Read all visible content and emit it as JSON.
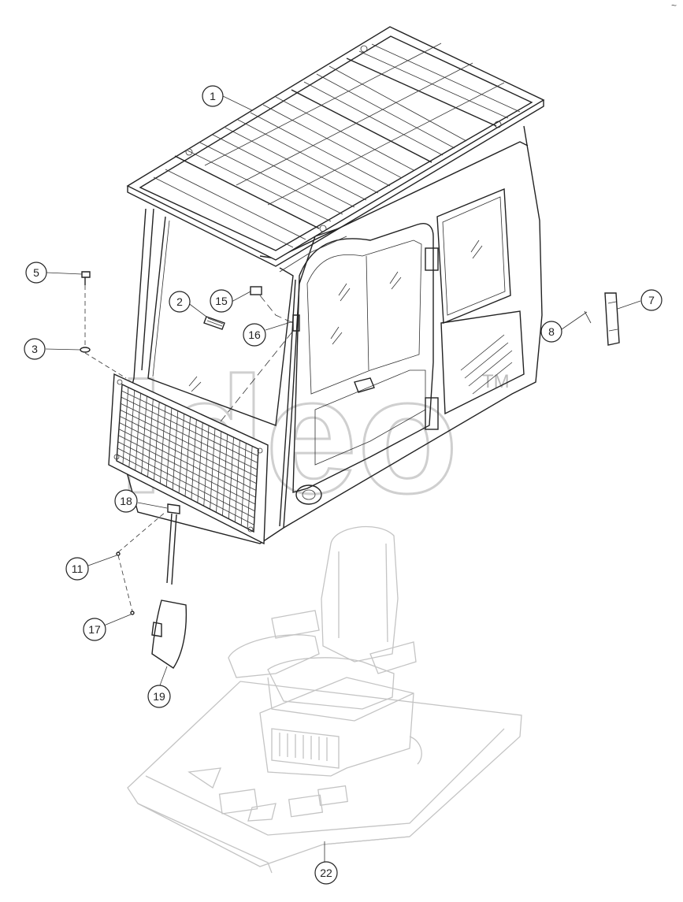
{
  "diagram": {
    "callouts": [
      {
        "id": "c1",
        "label": "1"
      },
      {
        "id": "c2",
        "label": "2"
      },
      {
        "id": "c3",
        "label": "3"
      },
      {
        "id": "c5",
        "label": "5"
      },
      {
        "id": "c7",
        "label": "7"
      },
      {
        "id": "c8",
        "label": "8"
      },
      {
        "id": "c11",
        "label": "11"
      },
      {
        "id": "c15",
        "label": "15"
      },
      {
        "id": "c16",
        "label": "16"
      },
      {
        "id": "c17",
        "label": "17"
      },
      {
        "id": "c18",
        "label": "18"
      },
      {
        "id": "c19",
        "label": "19"
      },
      {
        "id": "c22",
        "label": "22"
      }
    ],
    "watermark": {
      "text": "Ideo",
      "tm": "TM"
    },
    "corner_mark": "~"
  },
  "colors": {
    "line": "#222222",
    "watermark": "#cfcfcf",
    "seat": "#c4c4c4"
  }
}
